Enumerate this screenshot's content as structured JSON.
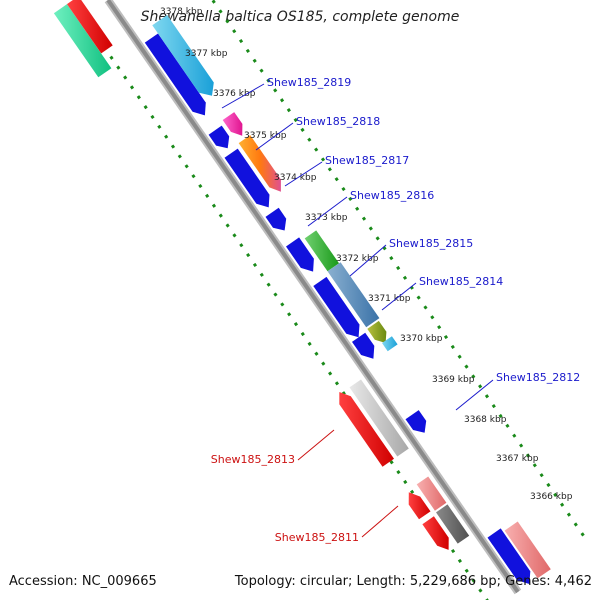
{
  "title": "Shewanella baltica OS185, complete genome",
  "footer": {
    "accession": "Accession: NC_009665",
    "summary": "Topology: circular; Length: 5,229,686 bp; Genes: 4,462"
  },
  "ticks": [
    {
      "label": "3378 kbp",
      "faded": true
    },
    {
      "label": "3377 kbp"
    },
    {
      "label": "3376 kbp"
    },
    {
      "label": "3375 kbp"
    },
    {
      "label": "3374 kbp"
    },
    {
      "label": "3373 kbp"
    },
    {
      "label": "3372 kbp"
    },
    {
      "label": "3371 kbp"
    },
    {
      "label": "3370 kbp"
    },
    {
      "label": "3369 kbp"
    },
    {
      "label": "3368 kbp"
    },
    {
      "label": "3367 kbp"
    },
    {
      "label": "3366 kbp"
    }
  ],
  "gene_labels": [
    {
      "text": "Shew185_2819",
      "color": "#1a1acc"
    },
    {
      "text": "Shew185_2818",
      "color": "#1a1acc"
    },
    {
      "text": "Shew185_2817",
      "color": "#1a1acc"
    },
    {
      "text": "Shew185_2816",
      "color": "#1a1acc"
    },
    {
      "text": "Shew185_2815",
      "color": "#1a1acc"
    },
    {
      "text": "Shew185_2814",
      "color": "#1a1acc"
    },
    {
      "text": "Shew185_2812",
      "color": "#1a1acc"
    },
    {
      "text": "Shew185_2813",
      "color": "#cc1111"
    },
    {
      "text": "Shew185_2811",
      "color": "#cc1111"
    }
  ],
  "colors": {
    "backbone": "#8a8a8a",
    "cds": "#1111dd",
    "ruler": "#1a8a1a",
    "plus_label": "#1a1acc",
    "minus_label": "#cc1111"
  }
}
